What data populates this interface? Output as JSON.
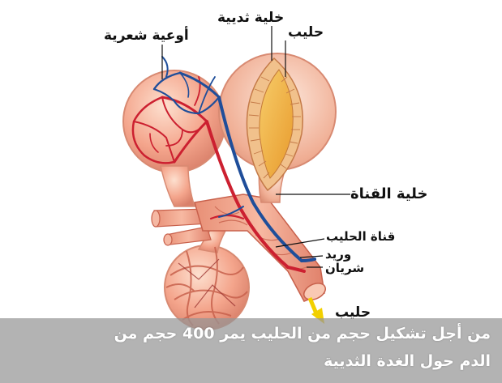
{
  "labels": {
    "capillaries": "أوعية شعرية",
    "mammary_cell": "خلية ثديية",
    "milk_top": "حليب",
    "duct_cell": "خلية القناة",
    "milk_duct": "قناة الحليب",
    "vein": "وريد",
    "artery": "شريان",
    "milk_bottom": "حليب"
  },
  "caption": {
    "line1": "من أجل تشكيل حجم من الحليب يمر 400 حجم من",
    "line2": "الدم حول الغدة الثديية"
  },
  "colors": {
    "tissue": "#f4a58c",
    "tissue_dark": "#c8614c",
    "alveolus_face": "#f2b898",
    "lumen": "#f0b24a",
    "artery": "#cc2030",
    "vein": "#1f4e9a",
    "arrow": "#f2d000"
  }
}
